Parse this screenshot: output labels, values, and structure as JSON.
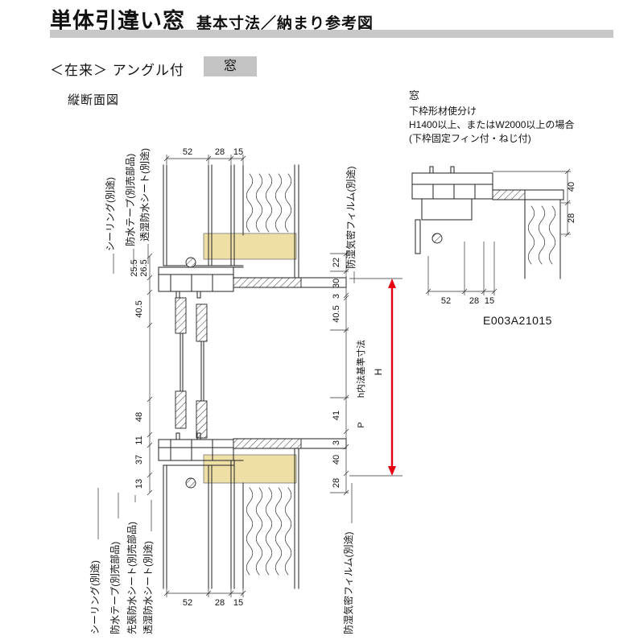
{
  "header": {
    "title_main": "単体引違い窓",
    "title_sub": "基本寸法／納まり参考図"
  },
  "subtitle": {
    "series": "＜在来＞ アングル付",
    "window_tag": "窓"
  },
  "section_label": "縦断面図",
  "note": {
    "title": "窓",
    "line1": "下枠形材使分け",
    "line2": "H1400以上、またはW2000以上の場合",
    "line3": "(下枠固定フィン付・ねじ付)"
  },
  "drawing_code": "E003A21015",
  "colors": {
    "accent_red": "#e60012",
    "wood_tan": "#eddfa6",
    "title_bar_gray": "#c8c8c8",
    "tag_gray": "#c3c3c3"
  },
  "main_diagram": {
    "callouts_top": [
      "シーリング(別途)",
      "防水テープ(別売部品)",
      "透湿防水シート(別途)",
      "防湿気密フィルム(別途)"
    ],
    "callouts_bottom": [
      "シーリング(別途)",
      "防水テープ(別売部品)",
      "先張防水シート(別売部品)",
      "透湿防水シート(別途)",
      "防湿気密フィルム(別途)"
    ],
    "dims_top": [
      "52",
      "28",
      "15"
    ],
    "dims_bottom": [
      "52",
      "28",
      "15"
    ],
    "dims_left": [
      "25.5",
      "26.5",
      "40.5",
      "48",
      "11",
      "37",
      "13"
    ],
    "dims_right": [
      "22",
      "30",
      "3",
      "40.5",
      "41",
      "3",
      "40",
      "28"
    ],
    "height_label": "H",
    "inner_height_label": "h内法基準寸法",
    "p_label": "P"
  },
  "sub_diagram": {
    "dims_right": [
      "40",
      "28"
    ],
    "dims_bottom": [
      "52",
      "28",
      "15"
    ]
  }
}
